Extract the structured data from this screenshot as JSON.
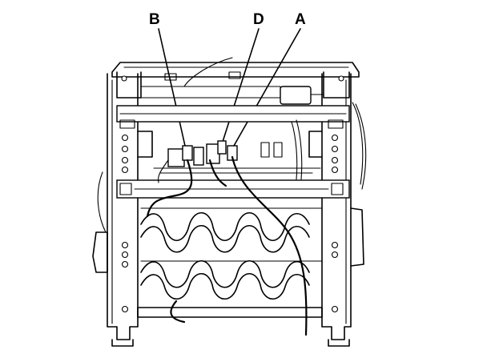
{
  "callouts": [
    {
      "id": "B",
      "label": "B"
    },
    {
      "id": "D",
      "label": "D"
    },
    {
      "id": "A",
      "label": "A"
    }
  ],
  "colors": {
    "line": "#000000",
    "background": "#ffffff"
  }
}
